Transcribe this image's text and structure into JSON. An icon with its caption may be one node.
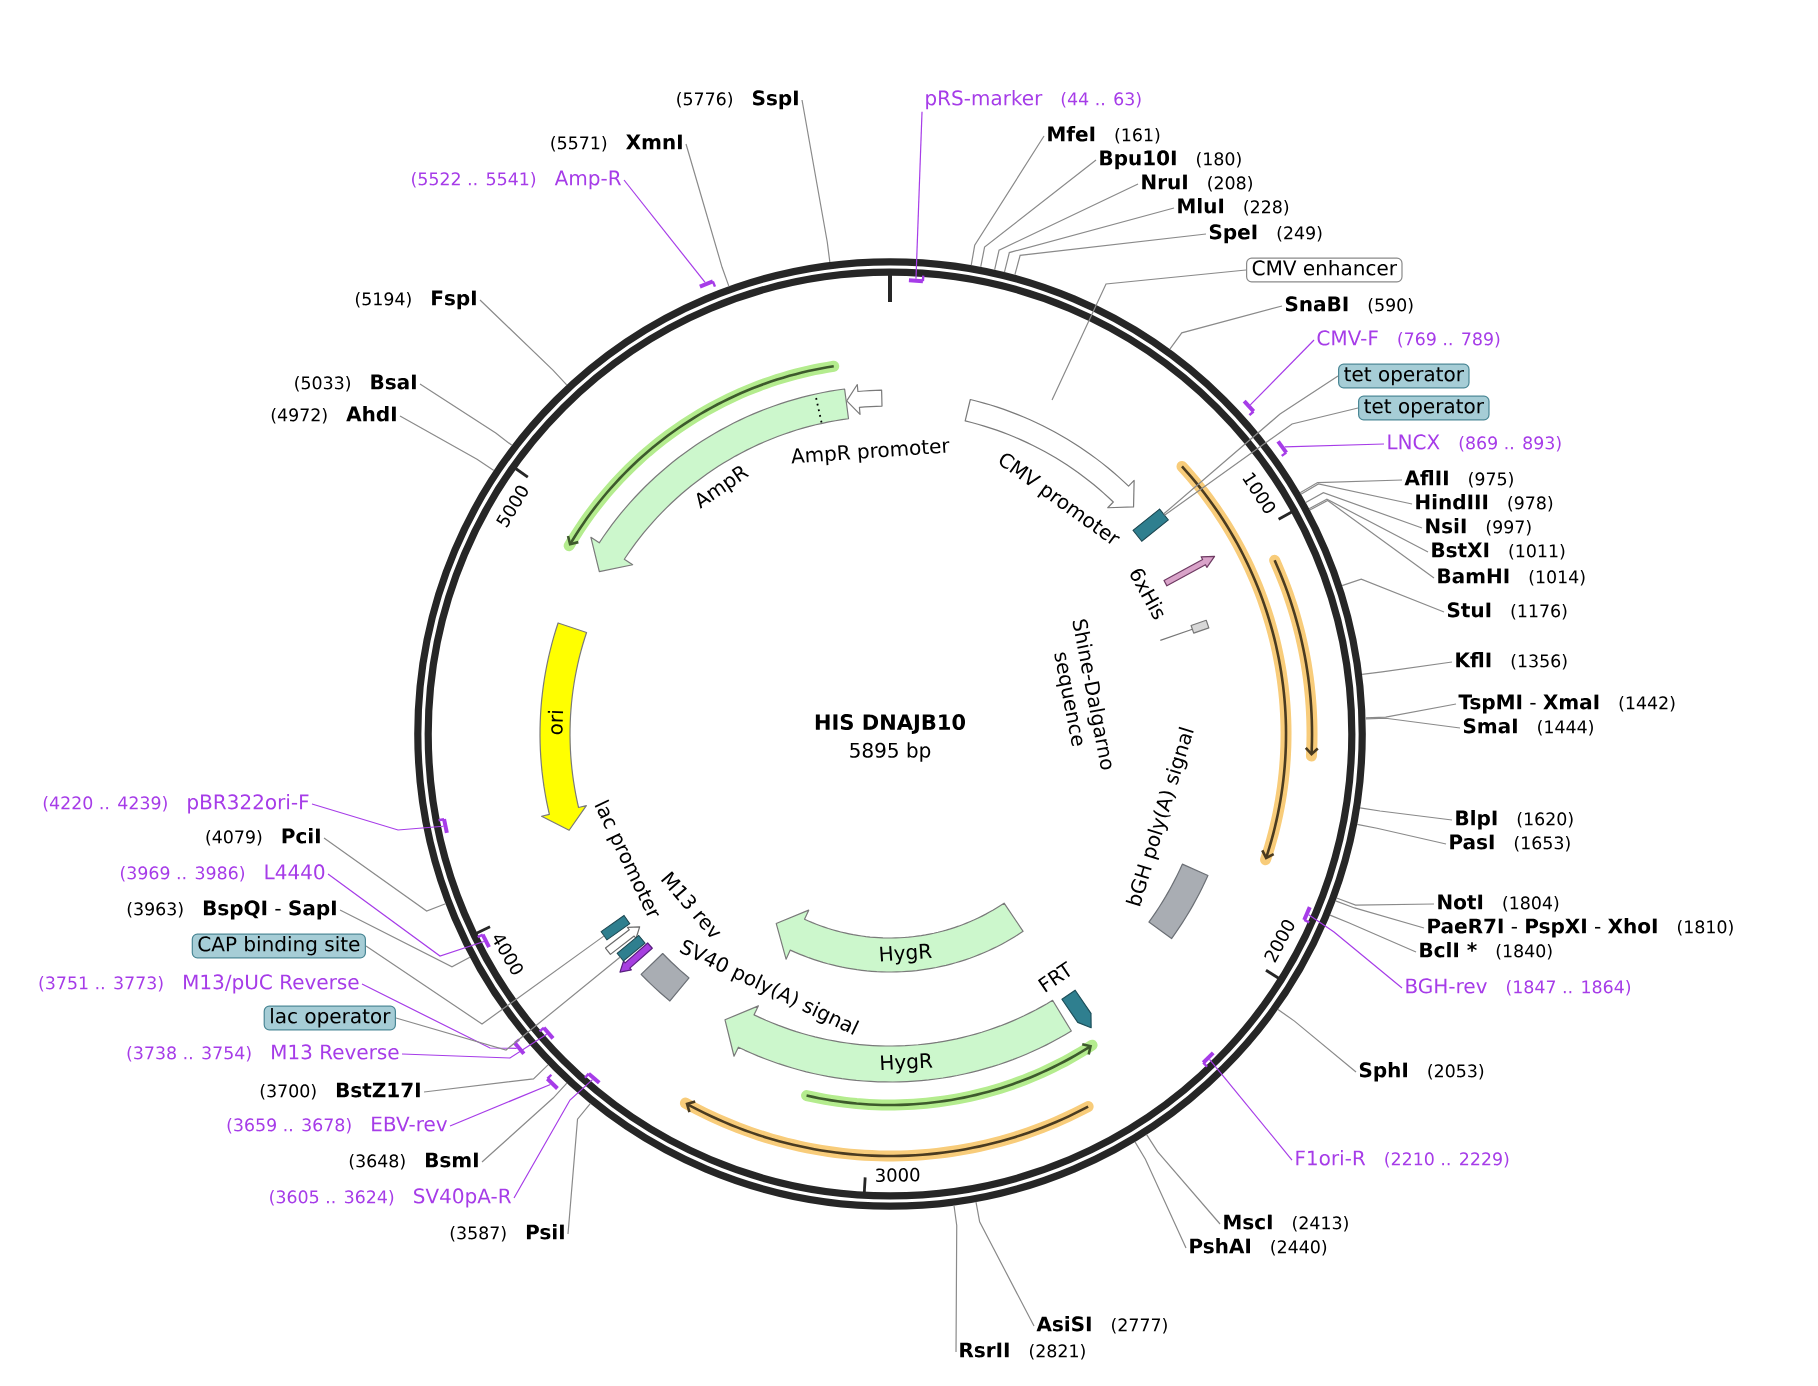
{
  "diagram": {
    "title": "HIS DNAJB10",
    "nodes": [
      {
        "text": [],
        "shape": "circle"
      },
      {
        "text": [
          "AmpR promoter"
        ],
        "in": 0
      },
      {
        "text": [
          "CMV promoter"
        ],
        "in": 0
      },
      {
        "text": [],
        "shape": "box",
        "in": 0
      },
      {
        "text": [
          "6xHis"
        ],
        "in": 0
      },
      {
        "text": [
          "Shine-Dalgarno sequence"
        ],
        "in": 0
      },
      {
        "text": [
          "bGH poly(A) signal"
        ],
        "in": 0
      },
      {
        "text": [
          "FRT"
        ],
        "in": 0
      },
      {
        "text": [
          "HygR"
        ],
        "in": 0
      },
      {
        "text": [
          "HygR"
        ],
        "in": 0
      },
      {
        "text": [
          "SV40 poly(A) signal"
        ],
        "in": 0
      },
      {
        "text": [
          "M13 rev"
        ],
        "in": 0
      },
      {
        "text": [],
        "shape": "box",
        "in": 0
      },
      {
        "text": [
          "lac promoter"
        ],
        "in": 0
      },
      {
        "text": [],
        "shape": "box",
        "in": 0
      },
      {
        "text": [
          "ori"
        ],
        "in": 0
      },
      {
        "text": [
          "AmpR"
        ],
        "in": 0
      },
      {
        "text": [],
        "shape": "bar"
      },
      {
        "text": [],
        "shape": "bar",
        "in": 0
      },
      {
        "text": [],
        "shape": "bar"
      },
      {
        "text": [],
        "shape": "bar"
      },
      {
        "text": [],
        "shape": "bar",
        "in": 0
      },
      {
        "text": [],
        "shape": "bar",
        "in": 0
      },
      {
        "text": [],
        "shape": "bar",
        "in": 0
      },
      {
        "text": [],
        "shape": "bar",
        "in": 0
      },
      {
        "text": [],
        "shape": "bar"
      },
      {
        "text": [],
        "shape": "bar",
        "in": 0
      },
      {
        "text": [],
        "shape": "bar",
        "in": 0
      },
      {
        "text": [],
        "shape": "bar"
      },
      {
        "text": [
          "(5776)",
          "SspI"
        ]
      },
      {
        "text": [
          "pRS-marker",
          "(44 .. 63)"
        ]
      },
      {
        "text": [
          "MfeI",
          "(161)"
        ]
      },
      {
        "text": [
          "(5571)",
          "XmnI"
        ]
      },
      {
        "text": [
          "Bpu10I",
          "(180)"
        ]
      },
      {
        "text": [
          "(5522 .. 5541)",
          "Amp-R"
        ]
      },
      {
        "text": [
          "NruI",
          "(208)"
        ]
      },
      {
        "text": [
          "MluI",
          "(228)"
        ]
      },
      {
        "text": [
          "SpeI",
          "(249)"
        ]
      },
      {
        "text": [
          "CMV enhancer"
        ]
      },
      {
        "text": [
          "(5194)",
          "FspI"
        ]
      },
      {
        "text": [
          "SnaBI",
          "(590)"
        ]
      },
      {
        "text": [
          "CMV-F",
          "(769 .. 789)"
        ]
      },
      {
        "text": [
          "tet operator"
        ]
      },
      {
        "text": [
          "(5033)",
          "BsaI"
        ]
      },
      {
        "text": [
          "tet operator"
        ]
      },
      {
        "text": [
          "(4972)",
          "AhdI"
        ]
      },
      {
        "text": [
          "LNCX",
          "(869 .. 893)"
        ]
      },
      {
        "text": [
          "AflII",
          "(975)"
        ]
      },
      {
        "text": [
          "HindIII",
          "(978)"
        ]
      },
      {
        "text": [
          "NsiI",
          "(997)"
        ]
      },
      {
        "text": [
          "BstXI",
          "(1011)"
        ]
      },
      {
        "text": [
          "BamHI",
          "(1014)"
        ]
      },
      {
        "text": [
          "StuI",
          "(1176)"
        ]
      },
      {
        "text": [
          "KflI",
          "(1356)"
        ]
      },
      {
        "text": [
          "**TspMI** - **XmaI**",
          "(1442)"
        ]
      },
      {
        "text": [
          "SmaI",
          "(1444)"
        ]
      },
      {
        "text": [
          "(4220 .. 4239)",
          "pBR322ori-F"
        ]
      },
      {
        "text": [
          "BlpI",
          "(1620)"
        ]
      },
      {
        "text": [
          "(4079)",
          "PciI"
        ]
      },
      {
        "text": [
          "PasI",
          "(1653)"
        ]
      },
      {
        "text": [
          "(3969 .. 3986)",
          "L4440"
        ]
      },
      {
        "text": [
          "NotI",
          "(1804)"
        ]
      },
      {
        "text": [
          "(3963)",
          "**BspQI** - **SapI**"
        ]
      },
      {
        "text": [
          "**PaeR7I** - **PspXI** - **XhoI**",
          "(1810)"
        ]
      },
      {
        "text": [
          "CAP binding site"
        ]
      },
      {
        "text": [
          "BclI *",
          "(1840)"
        ]
      },
      {
        "text": [
          "(3751 .. 3773)",
          "M13/pUC Reverse"
        ]
      },
      {
        "text": [
          "BGH-rev",
          "(1847 .. 1864)"
        ]
      },
      {
        "text": [
          "lac operator"
        ]
      },
      {
        "text": [
          "(3738 .. 3754)",
          "M13 Reverse"
        ]
      },
      {
        "text": [
          "SphI",
          "(2053)"
        ]
      },
      {
        "text": [
          "(3700)",
          "BstZ17I"
        ]
      },
      {
        "text": [
          "(3659 .. 3678)",
          "EBV-rev"
        ]
      },
      {
        "text": [
          "F1ori-R",
          "(2210 .. 2229)"
        ]
      },
      {
        "text": [
          "(3648)",
          "BsmI"
        ]
      },
      {
        "text": [
          "(3605 .. 3624)",
          "SV40pA-R"
        ]
      },
      {
        "text": [
          "MscI",
          "(2413)"
        ]
      },
      {
        "text": [
          "(3587)",
          "PsiI"
        ]
      },
      {
        "text": [
          "PshAI",
          "(2440)"
        ]
      },
      {
        "text": [
          "AsiSI",
          "(2777)"
        ]
      },
      {
        "text": [
          "RsrII",
          "(2821)"
        ]
      }
    ],
    "edges": [
      {
        "from": 29,
        "to": 0,
        "arrow": "none"
      },
      {
        "from": 30,
        "to": 18,
        "arrow": "none",
        "color": "#a63ce8"
      },
      {
        "from": 31,
        "to": 0,
        "arrow": "none"
      },
      {
        "from": 32,
        "to": 0,
        "arrow": "none"
      },
      {
        "from": 33,
        "to": 0,
        "arrow": "none"
      },
      {
        "from": 34,
        "to": 17,
        "arrow": "none",
        "color": "#a63ce8"
      },
      {
        "from": 35,
        "to": 0,
        "arrow": "none"
      },
      {
        "from": 36,
        "to": 0,
        "arrow": "none"
      },
      {
        "from": 37,
        "to": 0,
        "arrow": "none"
      },
      {
        "from": 38,
        "to": null,
        "arrow": "none"
      },
      {
        "from": 39,
        "to": 0,
        "arrow": "none"
      },
      {
        "from": 40,
        "to": 0,
        "arrow": "none"
      },
      {
        "from": 41,
        "to": 19,
        "arrow": "none",
        "color": "#a63ce8"
      },
      {
        "from": 42,
        "to": 3,
        "arrow": "none"
      },
      {
        "from": 43,
        "to": 0,
        "arrow": "none"
      },
      {
        "from": 44,
        "to": 3,
        "arrow": "none"
      },
      {
        "from": 45,
        "to": 0,
        "arrow": "none"
      },
      {
        "from": 46,
        "to": 20,
        "arrow": "none",
        "color": "#a63ce8"
      },
      {
        "from": 47,
        "to": 0,
        "arrow": "none"
      },
      {
        "from": 48,
        "to": 0,
        "arrow": "none"
      },
      {
        "from": 49,
        "to": 0,
        "arrow": "none"
      },
      {
        "from": 50,
        "to": 0,
        "arrow": "none"
      },
      {
        "from": 51,
        "to": 0,
        "arrow": "none"
      },
      {
        "from": 52,
        "to": 0,
        "arrow": "none"
      },
      {
        "from": 53,
        "to": 0,
        "arrow": "none"
      },
      {
        "from": 54,
        "to": 0,
        "arrow": "none"
      },
      {
        "from": 55,
        "to": 0,
        "arrow": "none"
      },
      {
        "from": 56,
        "to": 21,
        "arrow": "none",
        "color": "#a63ce8"
      },
      {
        "from": 57,
        "to": 0,
        "arrow": "none"
      },
      {
        "from": 58,
        "to": 0,
        "arrow": "none"
      },
      {
        "from": 59,
        "to": 0,
        "arrow": "none"
      },
      {
        "from": 60,
        "to": 23,
        "arrow": "none",
        "color": "#a63ce8"
      },
      {
        "from": 61,
        "to": 0,
        "arrow": "none"
      },
      {
        "from": 62,
        "to": 0,
        "arrow": "none"
      },
      {
        "from": 63,
        "to": 0,
        "arrow": "none"
      },
      {
        "from": 64,
        "to": 12,
        "arrow": "none"
      },
      {
        "from": 65,
        "to": 0,
        "arrow": "none"
      },
      {
        "from": 66,
        "to": 25,
        "arrow": "none",
        "color": "#a63ce8"
      },
      {
        "from": 67,
        "to": 22,
        "arrow": "none",
        "color": "#a63ce8"
      },
      {
        "from": 68,
        "to": 14,
        "arrow": "none"
      },
      {
        "from": 69,
        "to": 24,
        "arrow": "none",
        "color": "#a63ce8"
      },
      {
        "from": 70,
        "to": 0,
        "arrow": "none"
      },
      {
        "from": 71,
        "to": 0,
        "arrow": "none"
      },
      {
        "from": 72,
        "to": 28,
        "arrow": "none",
        "color": "#a63ce8"
      },
      {
        "from": 73,
        "to": 26,
        "arrow": "none",
        "color": "#a63ce8"
      },
      {
        "from": 74,
        "to": 0,
        "arrow": "none"
      },
      {
        "from": 75,
        "to": 27,
        "arrow": "none",
        "color": "#a63ce8"
      },
      {
        "from": 76,
        "to": 0,
        "arrow": "none"
      },
      {
        "from": 77,
        "to": 0,
        "arrow": "none"
      },
      {
        "from": 78,
        "to": 0,
        "arrow": "none"
      },
      {
        "from": 79,
        "to": 0,
        "arrow": "none"
      },
      {
        "from": 80,
        "to": 0,
        "arrow": "none"
      }
    ],
    "labels": [
      "5000",
      "1000",
      "5895 bp",
      "4000",
      "2000",
      "3000"
    ]
  }
}
